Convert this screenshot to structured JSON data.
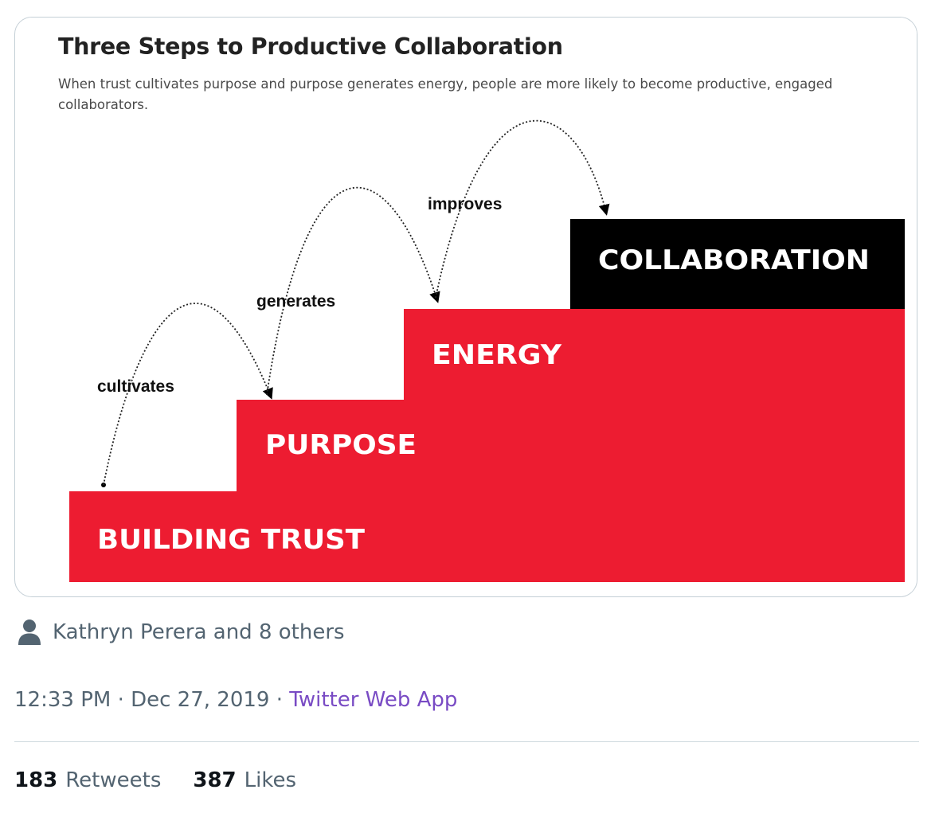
{
  "infographic": {
    "title": "Three Steps to Productive Collaboration",
    "subtitle": "When trust cultivates purpose and purpose generates energy, people are more likely to become productive, engaged collaborators.",
    "steps": [
      {
        "label": "BUILDING TRUST",
        "color": "#ed1c31"
      },
      {
        "label": "PURPOSE",
        "color": "#ed1c31"
      },
      {
        "label": "ENERGY",
        "color": "#ed1c31"
      },
      {
        "label": "COLLABORATION",
        "color": "#000000"
      }
    ],
    "connectors": [
      "cultivates",
      "generates",
      "improves"
    ]
  },
  "social_context": {
    "icon": "person-icon",
    "text": "Kathryn Perera and 8 others"
  },
  "meta": {
    "time": "12:33 PM",
    "separator": "·",
    "date": "Dec 27, 2019",
    "source": "Twitter Web App"
  },
  "stats": {
    "retweets_count": "183",
    "retweets_label": "Retweets",
    "likes_count": "387",
    "likes_label": "Likes"
  },
  "colors": {
    "muted_text": "#536471",
    "source_link": "#794bc4",
    "card_border": "#c4cfd6"
  }
}
